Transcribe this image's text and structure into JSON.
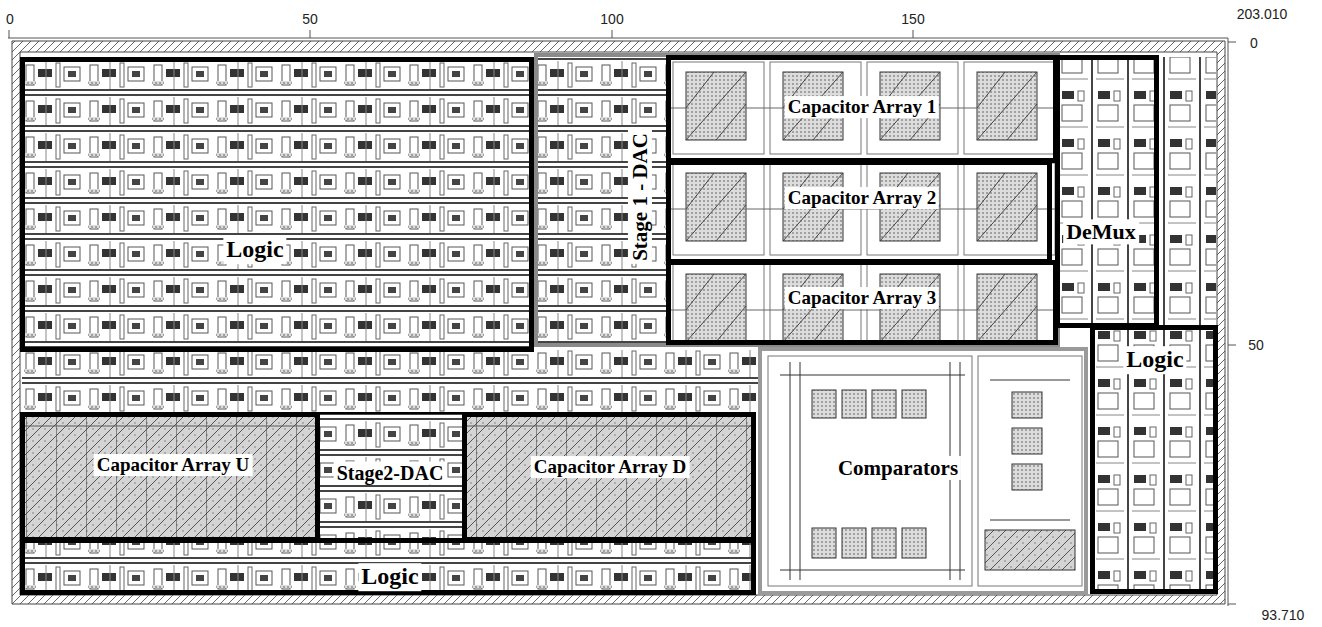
{
  "diagram": {
    "nodes": [
      {
        "text": [
          "Logic"
        ]
      },
      {
        "text": [
          "Stage 1 - DAC"
        ]
      },
      {
        "text": [
          "Capacitor Array 1"
        ],
        "in": 1
      },
      {
        "text": [
          "Capacitor Array 2"
        ],
        "in": 1
      },
      {
        "text": [
          "Capacitor Array 3"
        ],
        "in": 1
      },
      {
        "text": [
          "DeMux"
        ]
      },
      {
        "text": [
          "Logic"
        ]
      },
      {
        "text": [
          "Comparators"
        ]
      },
      {
        "text": [
          "Capacitor Array U"
        ]
      },
      {
        "text": [
          "Stage2-DAC"
        ]
      },
      {
        "text": [
          "Capacitor Array D"
        ]
      },
      {
        "text": [
          "Logic"
        ]
      }
    ],
    "labels": [
      "0",
      "50",
      "100",
      "150",
      "203.010",
      "0",
      "50",
      "93.710"
    ]
  }
}
